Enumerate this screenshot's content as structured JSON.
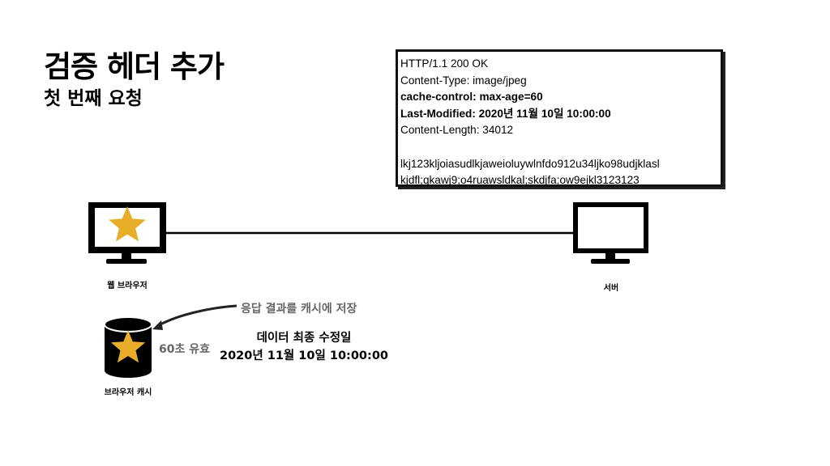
{
  "header": {
    "title": "검증 헤더 추가",
    "subtitle": "첫 번째 요청"
  },
  "response": {
    "lines": [
      {
        "text": "HTTP/1.1 200 OK",
        "bold": false
      },
      {
        "text": "Content-Type: image/jpeg",
        "bold": false
      },
      {
        "text": "cache-control: max-age=60",
        "bold": true
      },
      {
        "text": "Last-Modified: 2020년 11월 10일 10:00:00",
        "bold": true
      },
      {
        "text": "Content-Length: 34012",
        "bold": false
      }
    ],
    "body_lines": [
      "lkj123kljoiasudlkjaweioluywlnfdo912u34ljko98udjklasl",
      "kjdfl;qkawj9;o4ruawsldkal;skdjfa;ow9ejkl3123123"
    ]
  },
  "nodes": {
    "browser_label": "웹 브라우저",
    "server_label": "서버",
    "cache_label": "브라우저 캐시"
  },
  "annotations": {
    "store_arrow_label": "응답 결과를 캐시에 저장",
    "validity": "60초 유효",
    "last_modified_title": "데이터 최종 수정일",
    "last_modified_value": "2020년 11월 10일 10:00:00"
  },
  "colors": {
    "star": "#E8AE2A",
    "ink": "#000000",
    "gray_text": "#666666",
    "arrow": "#222222"
  }
}
